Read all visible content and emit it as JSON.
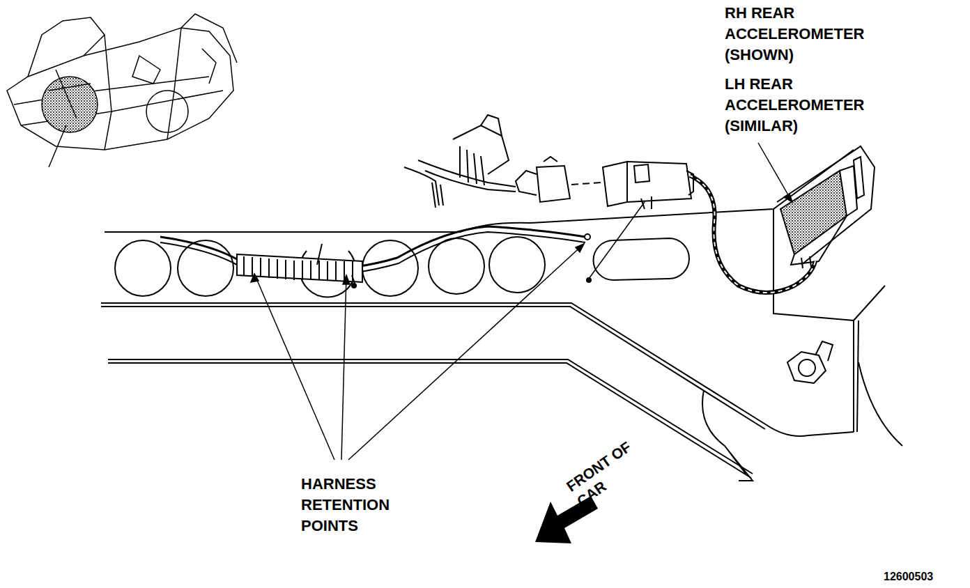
{
  "diagram": {
    "labels": [
      "RH REAR ACCELEROMETER (SHOWN)",
      "LH REAR ACCELEROMETER (SIMILAR)",
      "HARNESS RETENTION POINTS",
      "FRONT OF CAR",
      "12600503"
    ]
  }
}
